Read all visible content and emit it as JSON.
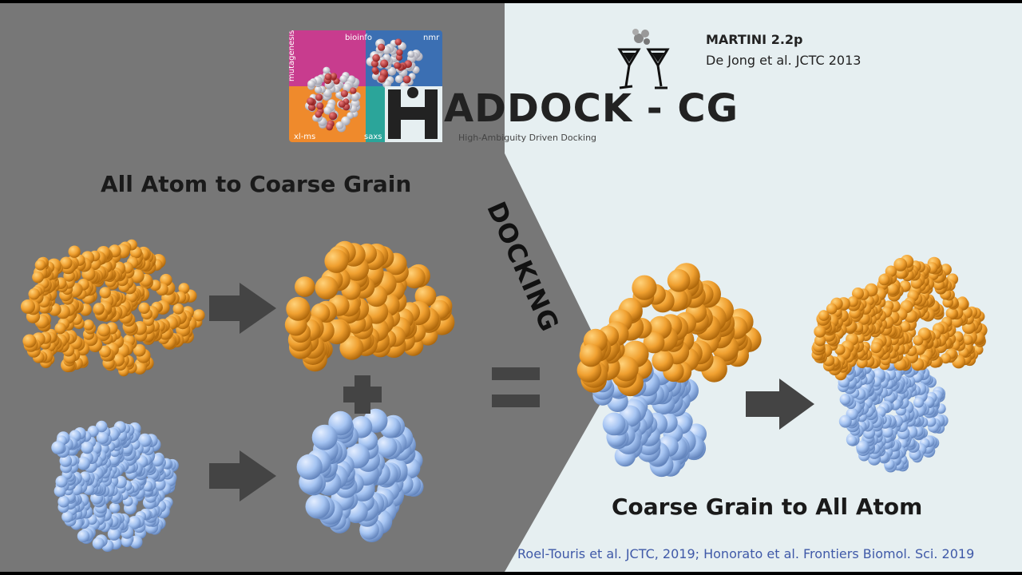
{
  "logo": {
    "title": "ADDOCK - CG",
    "subtitle": "High-Ambiguity Driven Docking",
    "puzzle_labels": [
      "mutagenesis",
      "bioinfo",
      "nmr",
      "xl-ms",
      "saxs"
    ]
  },
  "header": {
    "forcefield": "MARTINI 2.2p",
    "forcefield_ref": "De Jong et al. JCTC 2013"
  },
  "sections": {
    "left_title": "All Atom to Coarse Grain",
    "middle_label": "DOCKING",
    "right_title": "Coarse Grain to All Atom"
  },
  "footer": {
    "citation": "Roel-Touris et al. JCTC, 2019; Honorato et al. Frontiers Biomol. Sci. 2019"
  },
  "colors": {
    "left_panel": "#777777",
    "right_panel": "#e6eff1",
    "ligand_orange": "#f0a030",
    "receptor_blue": "#a5c4f2",
    "arrow": "#444444",
    "citation_blue": "#3f59a8"
  }
}
